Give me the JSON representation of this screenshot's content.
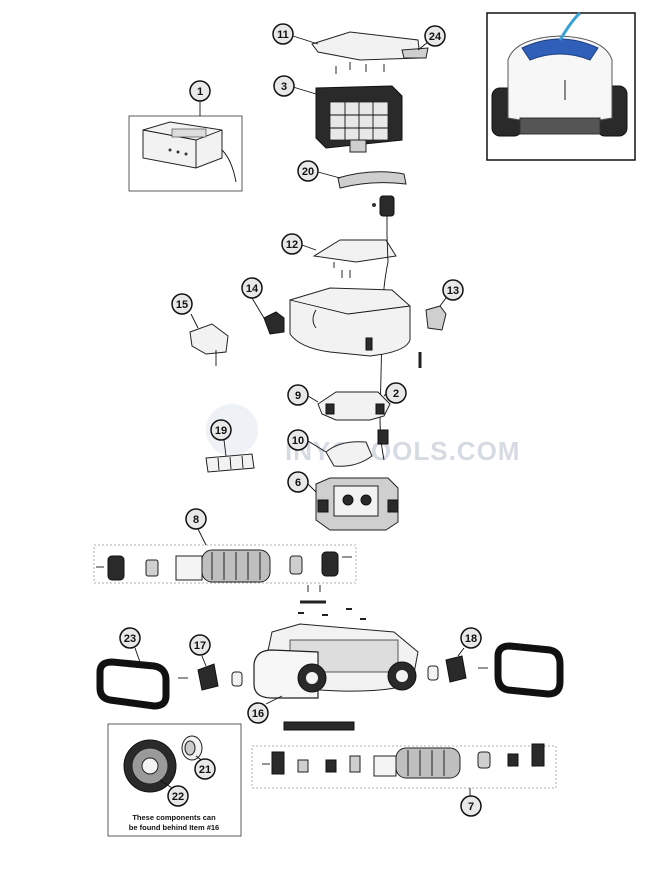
{
  "watermark": "INYOPOOLS.COM",
  "callouts": [
    "11",
    "24",
    "3",
    "1",
    "20",
    "12",
    "14",
    "13",
    "15",
    "2",
    "9",
    "19",
    "10",
    "6",
    "8",
    "23",
    "17",
    "18",
    "16",
    "21",
    "22",
    "7"
  ],
  "note": {
    "line1": "These components can",
    "line2": "be found behind Item #16"
  },
  "colors": {
    "accent_blue": "#2f5fb8",
    "callout_fill": "#e8e8e8",
    "line": "#111111"
  }
}
